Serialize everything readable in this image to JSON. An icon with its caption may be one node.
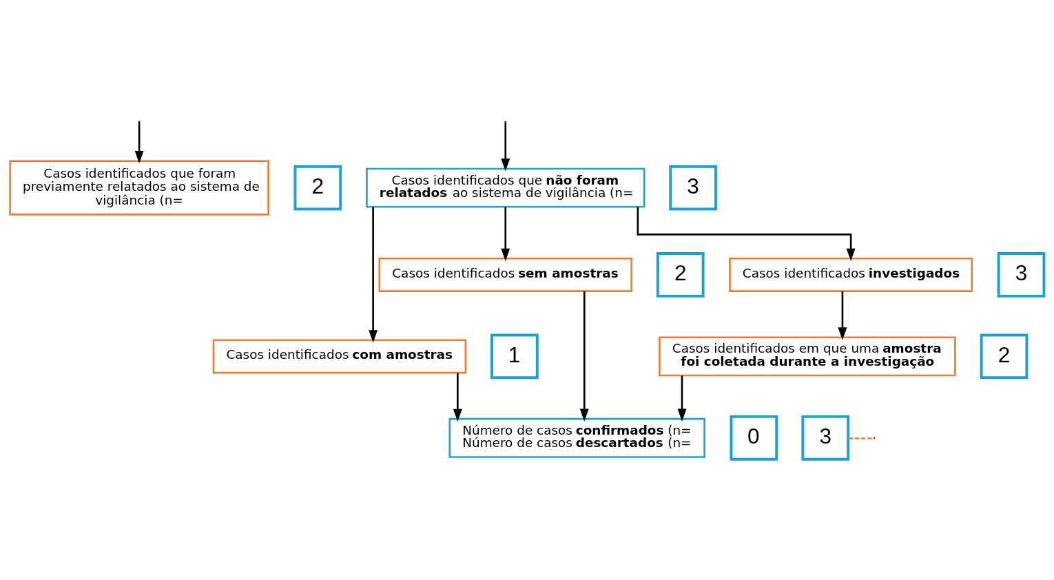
{
  "diagram": {
    "nodes": [
      {
        "text": [
          "Casos identificados que foram previamente relatados ao sistema de vigilância (n="
        ]
      },
      {
        "text": [
          "2"
        ]
      },
      {
        "text": [
          "Casos identificados que **não foram relatados** ao sistema de vigilância (n="
        ]
      },
      {
        "text": [
          "3"
        ]
      },
      {
        "text": [
          "Casos identificados **com amostras**"
        ]
      },
      {
        "text": [
          "1"
        ]
      },
      {
        "text": [
          "Casos identificados **sem amostras**"
        ]
      },
      {
        "text": [
          "2"
        ]
      },
      {
        "text": [
          "Casos identificados **investigados**"
        ]
      },
      {
        "text": [
          "3"
        ]
      },
      {
        "text": [
          "Casos identificados em que uma **amostra foi coletada durante a investigação**"
        ]
      },
      {
        "text": [
          "2"
        ]
      },
      {
        "text": [
          "Número de casos **confirmados** (n=",
          "Número de casos **descartados** (n="
        ]
      },
      {
        "text": [
          "0"
        ]
      },
      {
        "text": [
          "3"
        ]
      }
    ],
    "edges": [
      {
        "from": null,
        "to": 0,
        "arrow": "to"
      },
      {
        "from": null,
        "to": 2,
        "arrow": "to"
      },
      {
        "from": 2,
        "to": 4,
        "arrow": "to"
      },
      {
        "from": 2,
        "to": 6,
        "arrow": "to"
      },
      {
        "from": 2,
        "to": 8,
        "arrow": "to"
      },
      {
        "from": 4,
        "to": 12,
        "arrow": "to"
      },
      {
        "from": 6,
        "to": 12,
        "arrow": "to"
      },
      {
        "from": 8,
        "to": 10,
        "arrow": "to"
      },
      {
        "from": 10,
        "to": 12,
        "arrow": "to"
      },
      {
        "from": 14,
        "to": null,
        "arrow": "none",
        "style": "dashed",
        "color": "#ed7d31"
      }
    ]
  }
}
